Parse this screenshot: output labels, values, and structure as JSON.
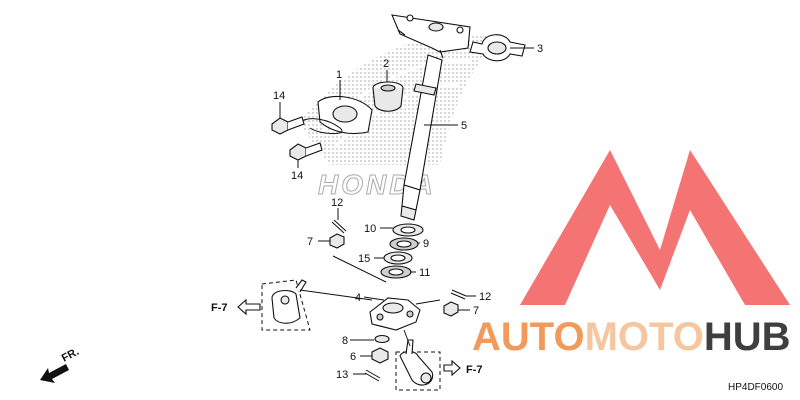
{
  "diagram": {
    "callouts": {
      "c1": "1",
      "c2": "2",
      "c3": "3",
      "c4": "4",
      "c5": "5",
      "c6": "6",
      "c7a": "7",
      "c7b": "7",
      "c8": "8",
      "c9": "9",
      "c10": "10",
      "c11": "11",
      "c12a": "12",
      "c12b": "12",
      "c13": "13",
      "c14a": "14",
      "c14b": "14",
      "c15": "15"
    },
    "refs": {
      "left": "F-7",
      "right": "F-7",
      "fr": "FR."
    },
    "code": "HP4DF0600",
    "background_brand": "HONDA"
  },
  "watermark": {
    "text_left": "AUTO",
    "text_mid": "MOTO",
    "text_right": "HUB",
    "colors": {
      "auto": "#f29a5c",
      "moto": "#f6c6a0",
      "hub": "#3f3f3f",
      "logo": "#f25c5c"
    }
  }
}
